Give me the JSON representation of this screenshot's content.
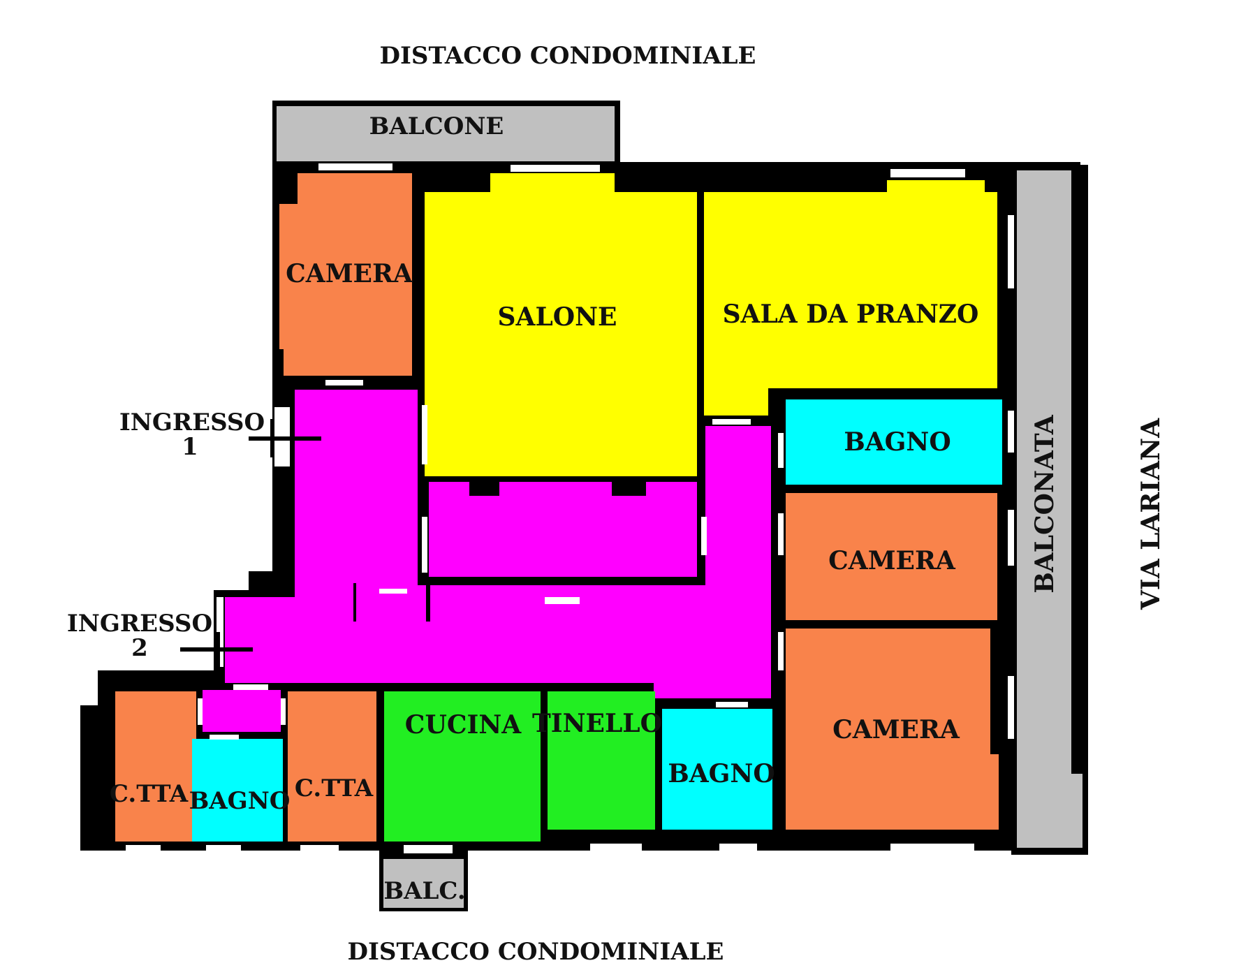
{
  "colors": {
    "camera": "#F9834B",
    "living": "#FFFF00",
    "corridor": "#FF00FF",
    "bagno": "#00FFFF",
    "cucina": "#22EE22",
    "balcone": "#C0C0C0",
    "wall": "#000000",
    "window": "#FFFFFF"
  },
  "labels": {
    "distacco_top": "DISTACCO CONDOMINIALE",
    "distacco_bottom": "DISTACCO CONDOMINIALE",
    "balcone": "BALCONE",
    "balconata": "BALCONATA",
    "via_lariana": "VIA  LARIANA",
    "balc": "BALC.",
    "ingresso_1_line1": "INGRESSO",
    "ingresso_1_line2": "1",
    "ingresso_2_line1": "INGRESSO",
    "ingresso_2_line2": "2"
  },
  "rooms": {
    "camera_top_left": "CAMERA",
    "salone": "SALONE",
    "sala_da_pranzo": "SALA DA PRANZO",
    "bagno_right": "BAGNO",
    "camera_right_mid": "CAMERA",
    "camera_right_bottom": "CAMERA",
    "cucina": "CUCINA",
    "tinello": "TINELLO",
    "bagno_center": "BAGNO",
    "ctta_left": "C.TTA",
    "bagno_left": "BAGNO",
    "ctta_mid": "C.TTA"
  }
}
